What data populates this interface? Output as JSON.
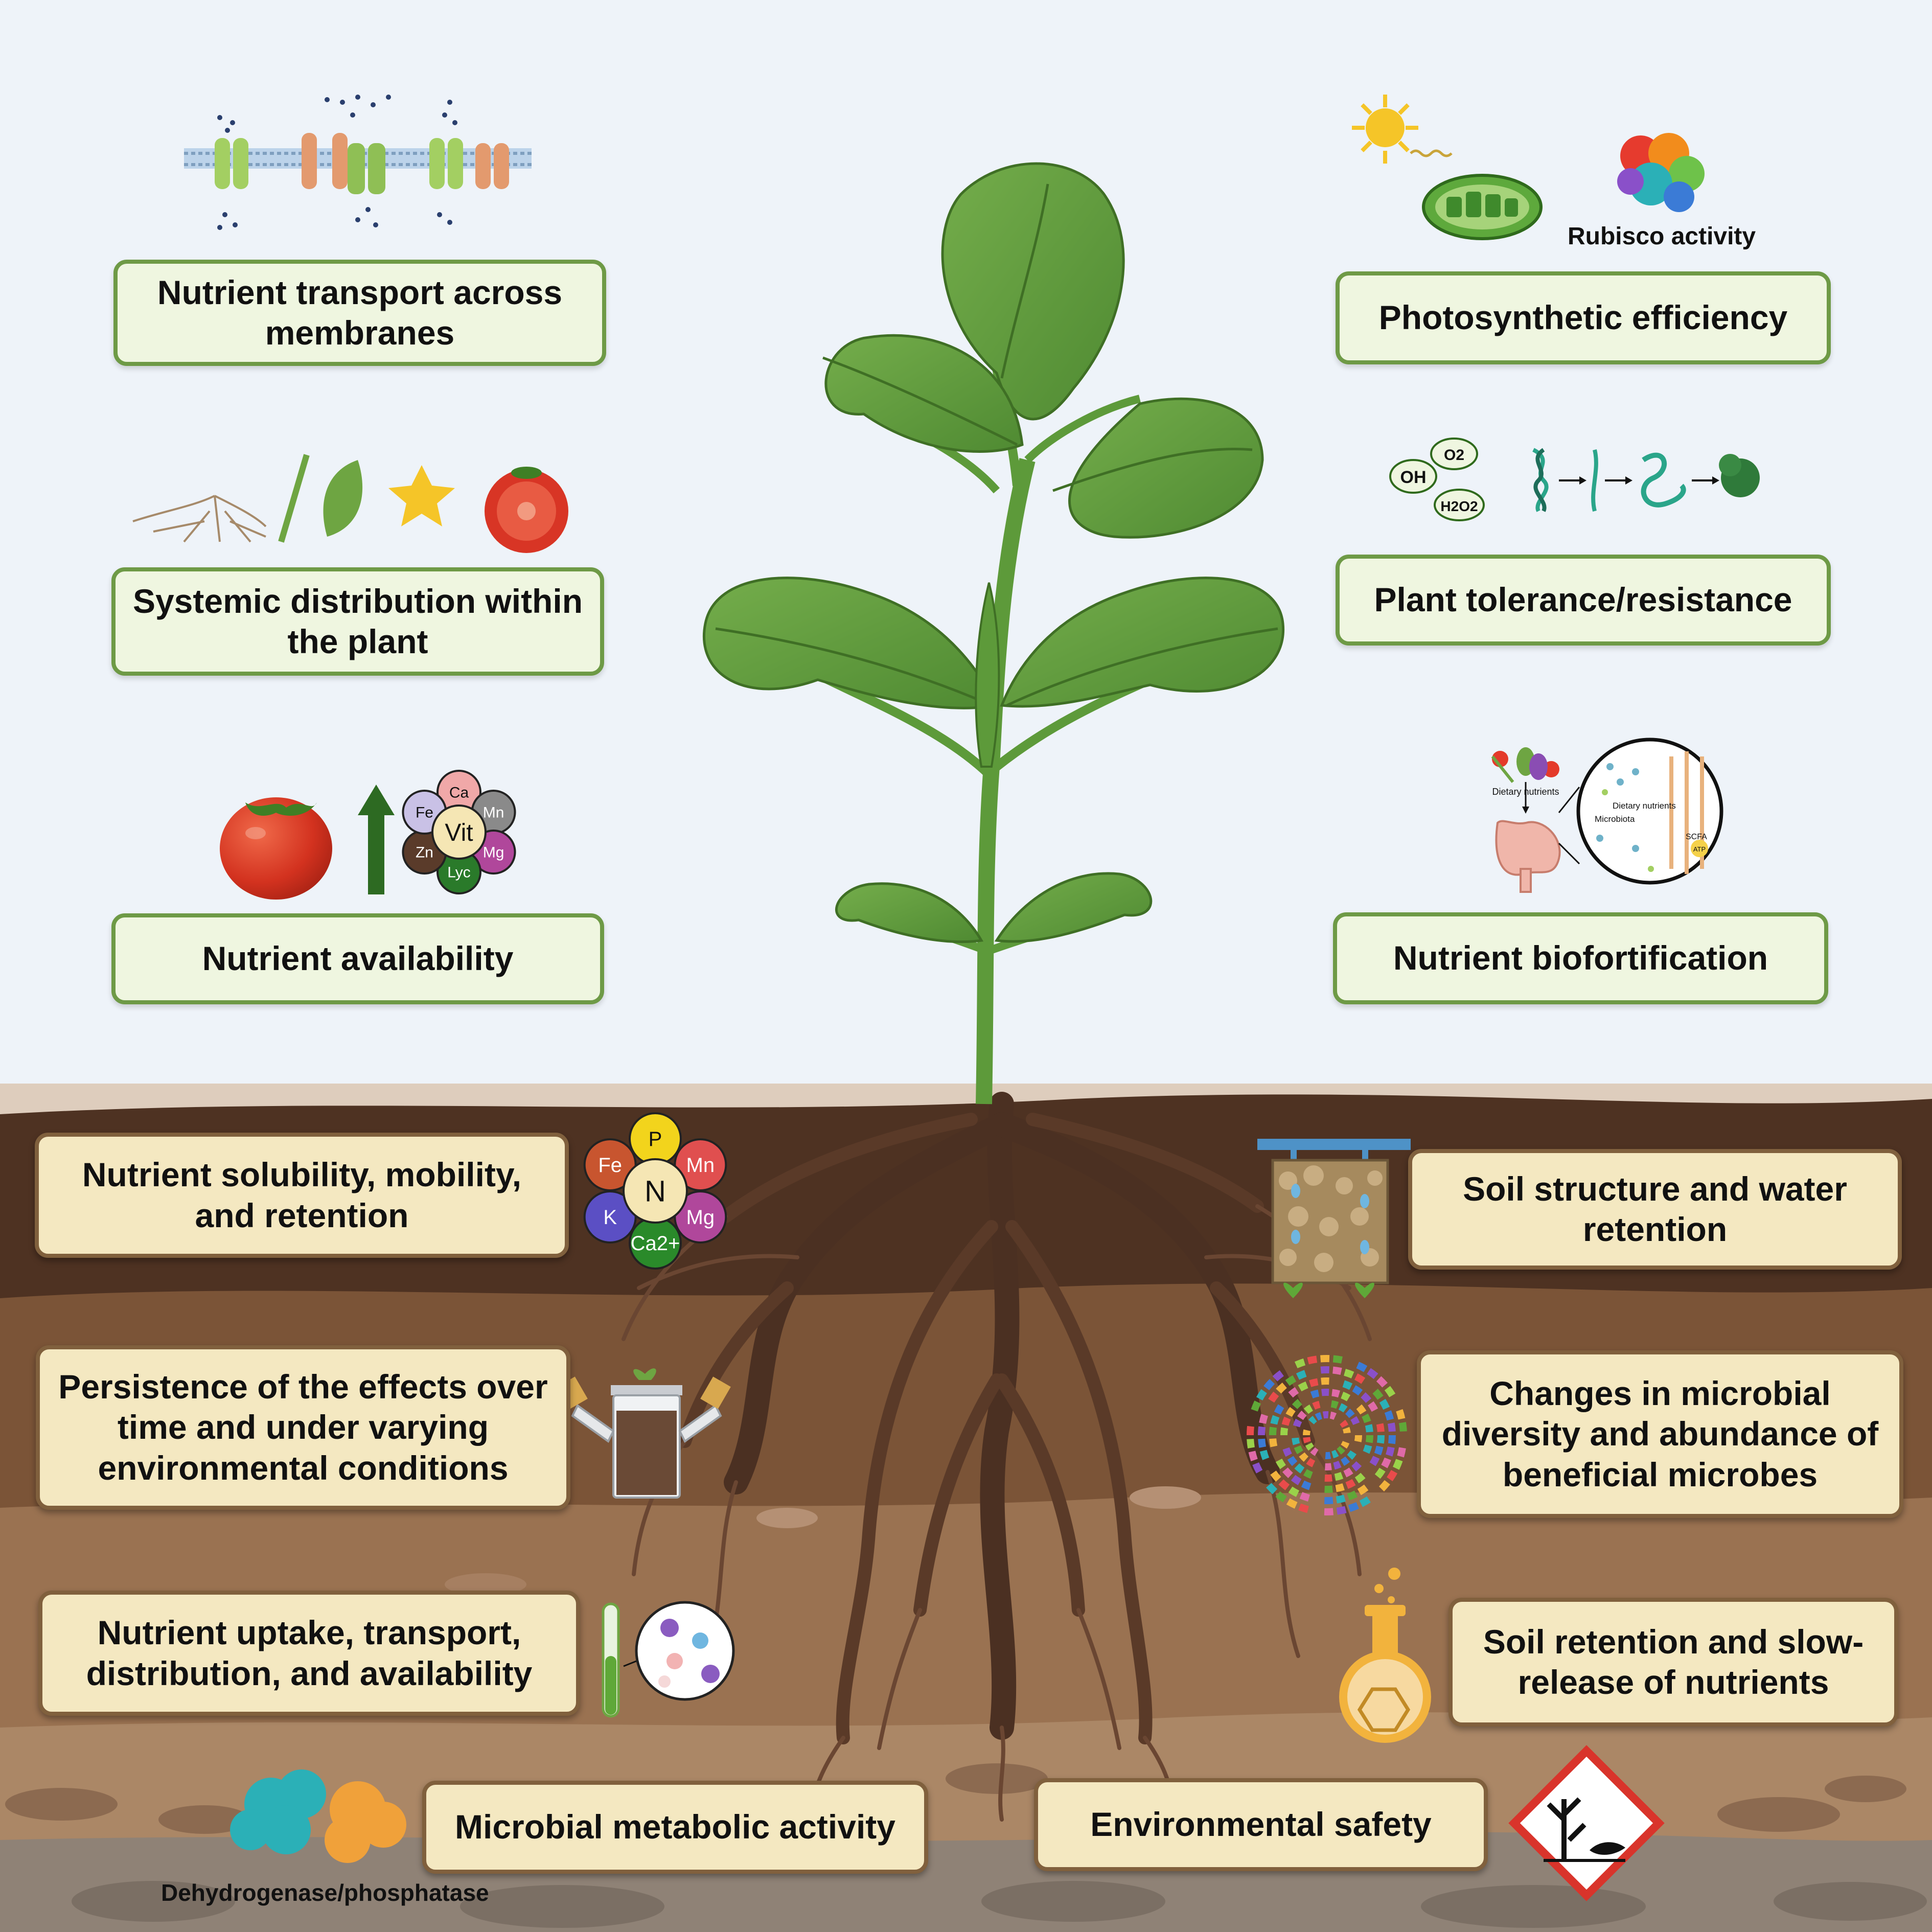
{
  "above_ground": {
    "nutrient_transport": "Nutrient transport across membranes",
    "systemic_distribution": "Systemic distribution within the plant",
    "nutrient_availability": "Nutrient availability",
    "photosynthetic_efficiency": "Photosynthetic efficiency",
    "rubisco_label": "Rubisco activity",
    "plant_tolerance": "Plant tolerance/resistance",
    "nutrient_biofortification": "Nutrient biofortification"
  },
  "below_ground": {
    "solubility": "Nutrient solubility, mobility, and retention",
    "persistence": "Persistence of the effects over time and under varying environmental conditions",
    "uptake": "Nutrient uptake, transport, distribution, and availability",
    "microbial_metabolic": "Microbial metabolic activity",
    "enzyme_label": "Dehydrogenase/phosphatase",
    "soil_structure": "Soil structure and water retention",
    "microbial_diversity": "Changes in microbial diversity and abundance of beneficial microbes",
    "slow_release": "Soil retention and slow-release of nutrients",
    "environmental_safety": "Environmental safety"
  },
  "nutrient_wheel_soil": [
    {
      "label": "P",
      "color": "#f2d41c"
    },
    {
      "label": "Mn",
      "color": "#e04f4f"
    },
    {
      "label": "Mg",
      "color": "#b0479b"
    },
    {
      "label": "Ca2+",
      "color": "#2a8a2a"
    },
    {
      "label": "K",
      "color": "#5b4fc4"
    },
    {
      "label": "Fe",
      "color": "#c8552f"
    },
    {
      "label": "N",
      "color": "#f5e6b4"
    }
  ],
  "nutrient_wheel_fruit": [
    {
      "label": "Ca",
      "color": "#f0a8a8"
    },
    {
      "label": "Mn",
      "color": "#8a8a8a"
    },
    {
      "label": "Mg",
      "color": "#b0479b"
    },
    {
      "label": "Lyc",
      "color": "#2a7a2a"
    },
    {
      "label": "Zn",
      "color": "#5a3b2a"
    },
    {
      "label": "Fe",
      "color": "#c9c1e6"
    },
    {
      "label": "Vit",
      "color": "#f5e6b4"
    }
  ],
  "ros_labels": [
    "OH",
    "O2",
    "H2O2"
  ],
  "gut_labels": [
    "Dietary nutrients",
    "Dietary nutrients",
    "Microbiota",
    "SCFA",
    "ATP"
  ],
  "colors": {
    "sky": "#eef3f9",
    "leaf": "#5c9a3c",
    "box_green_border": "#6e9a46",
    "box_green_fill": "#eff6e0",
    "box_soil_border": "#80603d",
    "box_soil_fill": "#f4e8c1",
    "hazard": "#d9342b"
  }
}
